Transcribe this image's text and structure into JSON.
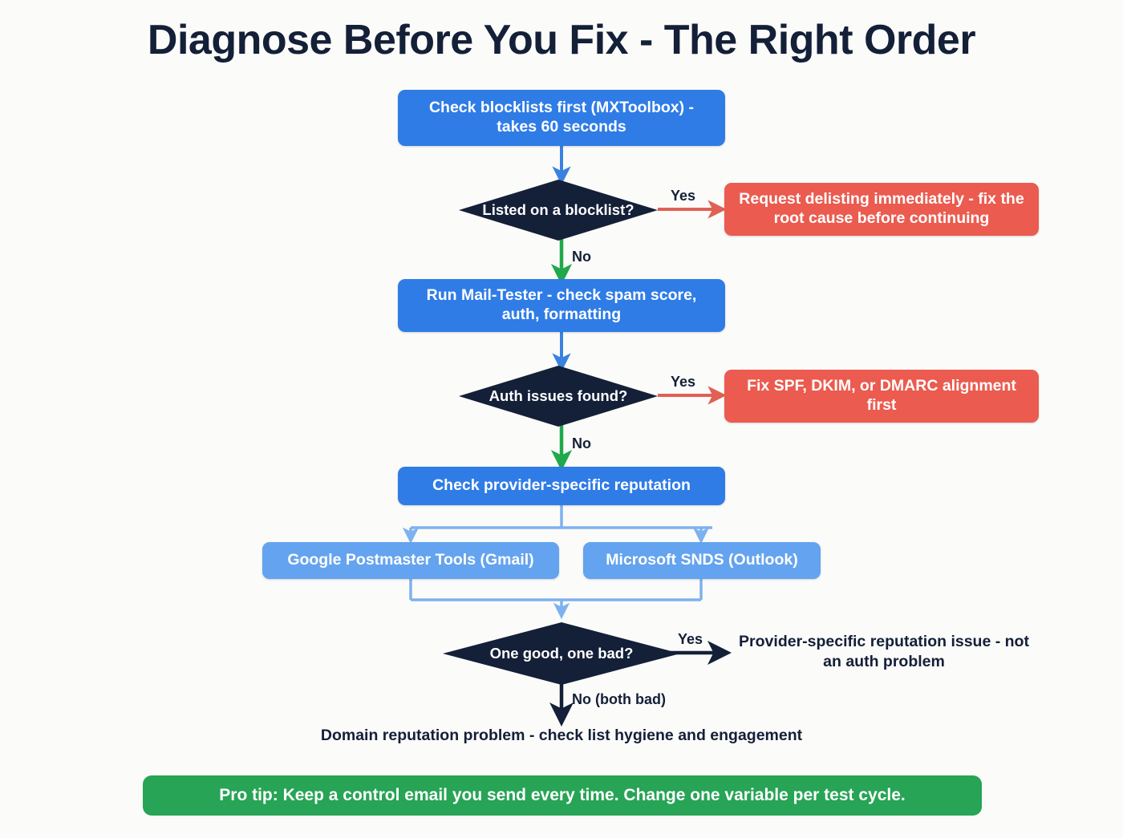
{
  "page": {
    "title": "Diagnose Before You Fix - The Right Order",
    "background_color": "#fbfbf9"
  },
  "colors": {
    "title": "#141f38",
    "process_primary": "#2f7ce6",
    "process_light": "#64a3ef",
    "danger": "#eb5b4f",
    "decision": "#141f38",
    "pro_tip": "#27a455",
    "arrow_blue": "#3b82e0",
    "arrow_light_blue": "#7eb1f0",
    "arrow_green": "#21a84a",
    "arrow_red": "#e06055",
    "arrow_dark": "#141f38"
  },
  "flowchart": {
    "type": "flowchart",
    "direction": "top-to-bottom",
    "nodes": [
      {
        "id": "n1",
        "kind": "process",
        "style": "primary",
        "label": "Check blocklists first (MXToolbox) - takes 60 seconds"
      },
      {
        "id": "d1",
        "kind": "decision",
        "label": "Listed on a blocklist?"
      },
      {
        "id": "r1",
        "kind": "process",
        "style": "danger",
        "label": "Request delisting immediately - fix the root cause before continuing"
      },
      {
        "id": "n2",
        "kind": "process",
        "style": "primary",
        "label": "Run Mail-Tester - check spam score, auth, formatting"
      },
      {
        "id": "d2",
        "kind": "decision",
        "label": "Auth issues found?"
      },
      {
        "id": "r2",
        "kind": "process",
        "style": "danger",
        "label": "Fix SPF, DKIM, or DMARC alignment first"
      },
      {
        "id": "n3",
        "kind": "process",
        "style": "primary",
        "label": "Check provider-specific reputation"
      },
      {
        "id": "n4",
        "kind": "process",
        "style": "light",
        "label": "Google Postmaster Tools (Gmail)"
      },
      {
        "id": "n5",
        "kind": "process",
        "style": "light",
        "label": "Microsoft SNDS (Outlook)"
      },
      {
        "id": "d3",
        "kind": "decision",
        "label": "One good, one bad?"
      },
      {
        "id": "t1",
        "kind": "text",
        "label": "Provider-specific reputation issue - not an auth problem"
      },
      {
        "id": "t2",
        "kind": "text",
        "label": "Domain reputation problem - check list hygiene and engagement"
      },
      {
        "id": "tip",
        "kind": "banner",
        "style": "pro-tip",
        "label": "Pro tip: Keep a control email you send every time. Change one variable per test cycle."
      }
    ],
    "edges": [
      {
        "from": "n1",
        "to": "d1",
        "label": "",
        "color": "#3b82e0"
      },
      {
        "from": "d1",
        "to": "r1",
        "label": "Yes",
        "color": "#e06055"
      },
      {
        "from": "d1",
        "to": "n2",
        "label": "No",
        "color": "#21a84a"
      },
      {
        "from": "n2",
        "to": "d2",
        "label": "",
        "color": "#3b82e0"
      },
      {
        "from": "d2",
        "to": "r2",
        "label": "Yes",
        "color": "#e06055"
      },
      {
        "from": "d2",
        "to": "n3",
        "label": "No",
        "color": "#21a84a"
      },
      {
        "from": "n3",
        "to": "n4",
        "label": "",
        "color": "#7eb1f0"
      },
      {
        "from": "n3",
        "to": "n5",
        "label": "",
        "color": "#7eb1f0"
      },
      {
        "from": "n4",
        "to": "d3",
        "label": "",
        "color": "#7eb1f0"
      },
      {
        "from": "n5",
        "to": "d3",
        "label": "",
        "color": "#7eb1f0"
      },
      {
        "from": "d3",
        "to": "t1",
        "label": "Yes",
        "color": "#141f38"
      },
      {
        "from": "d3",
        "to": "t2",
        "label": "No (both bad)",
        "color": "#141f38"
      }
    ]
  },
  "labels": {
    "yes_1": "Yes",
    "no_1": "No",
    "yes_2": "Yes",
    "no_2": "No",
    "yes_3": "Yes",
    "no_3": "No (both bad)"
  }
}
